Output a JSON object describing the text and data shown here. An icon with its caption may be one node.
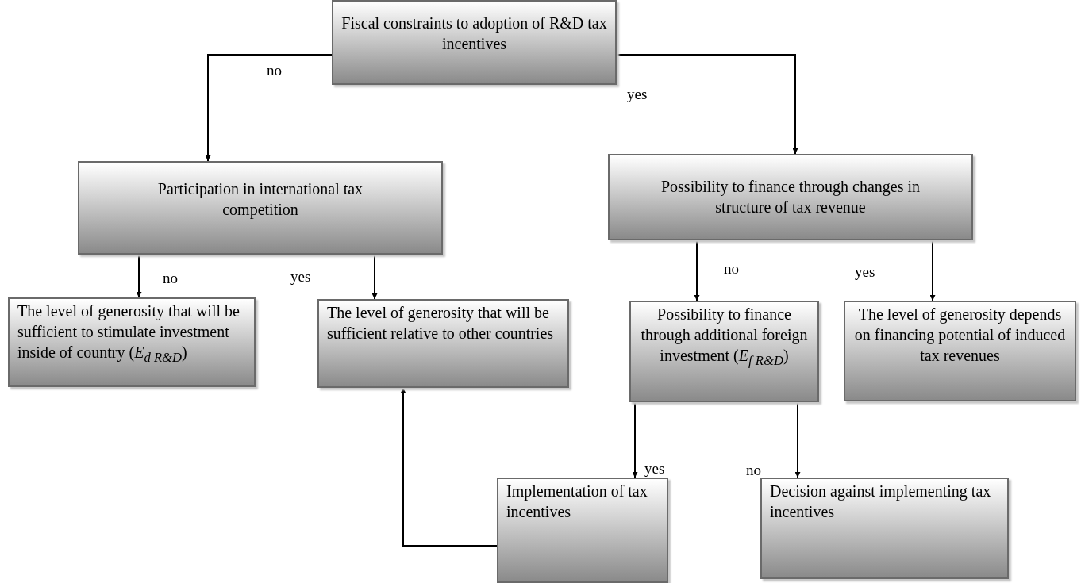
{
  "diagram": {
    "nodes": [
      {
        "text": [
          "Fiscal constraints to adoption of R&D tax incentives"
        ]
      },
      {
        "text": [
          "Participation in international tax competition"
        ]
      },
      {
        "text": [
          "Possibility to finance through changes in structure of tax revenue"
        ]
      },
      {
        "text": [
          "The level of generosity that will be sufficient to stimulate investment inside of country (*E*$_{d R&D}$)"
        ]
      },
      {
        "text": [
          "The level of generosity that will be sufficient relative to other countries"
        ]
      },
      {
        "text": [
          "Possibility to finance through additional foreign investment (*E*$_{f R&D}$)"
        ]
      },
      {
        "text": [
          "The level of generosity depends on financing potential of induced tax revenues"
        ]
      },
      {
        "text": [
          "Implementation of tax incentives"
        ]
      },
      {
        "text": [
          "Decision against implementing tax incentives"
        ]
      }
    ],
    "edges": [
      {
        "from": 0,
        "to": 1,
        "arrow": "to",
        "label": "no"
      },
      {
        "from": 0,
        "to": 2,
        "arrow": "to",
        "label": "yes"
      },
      {
        "from": 1,
        "to": 3,
        "arrow": "to",
        "label": "no"
      },
      {
        "from": 1,
        "to": 4,
        "arrow": "to",
        "label": "yes"
      },
      {
        "from": 2,
        "to": 5,
        "arrow": "to",
        "label": "no"
      },
      {
        "from": 2,
        "to": 6,
        "arrow": "to",
        "label": "yes"
      },
      {
        "from": 5,
        "to": 7,
        "arrow": "to",
        "label": "yes"
      },
      {
        "from": 5,
        "to": 8,
        "arrow": "to",
        "label": "no"
      },
      {
        "from": 7,
        "to": 4,
        "arrow": "to"
      }
    ]
  }
}
